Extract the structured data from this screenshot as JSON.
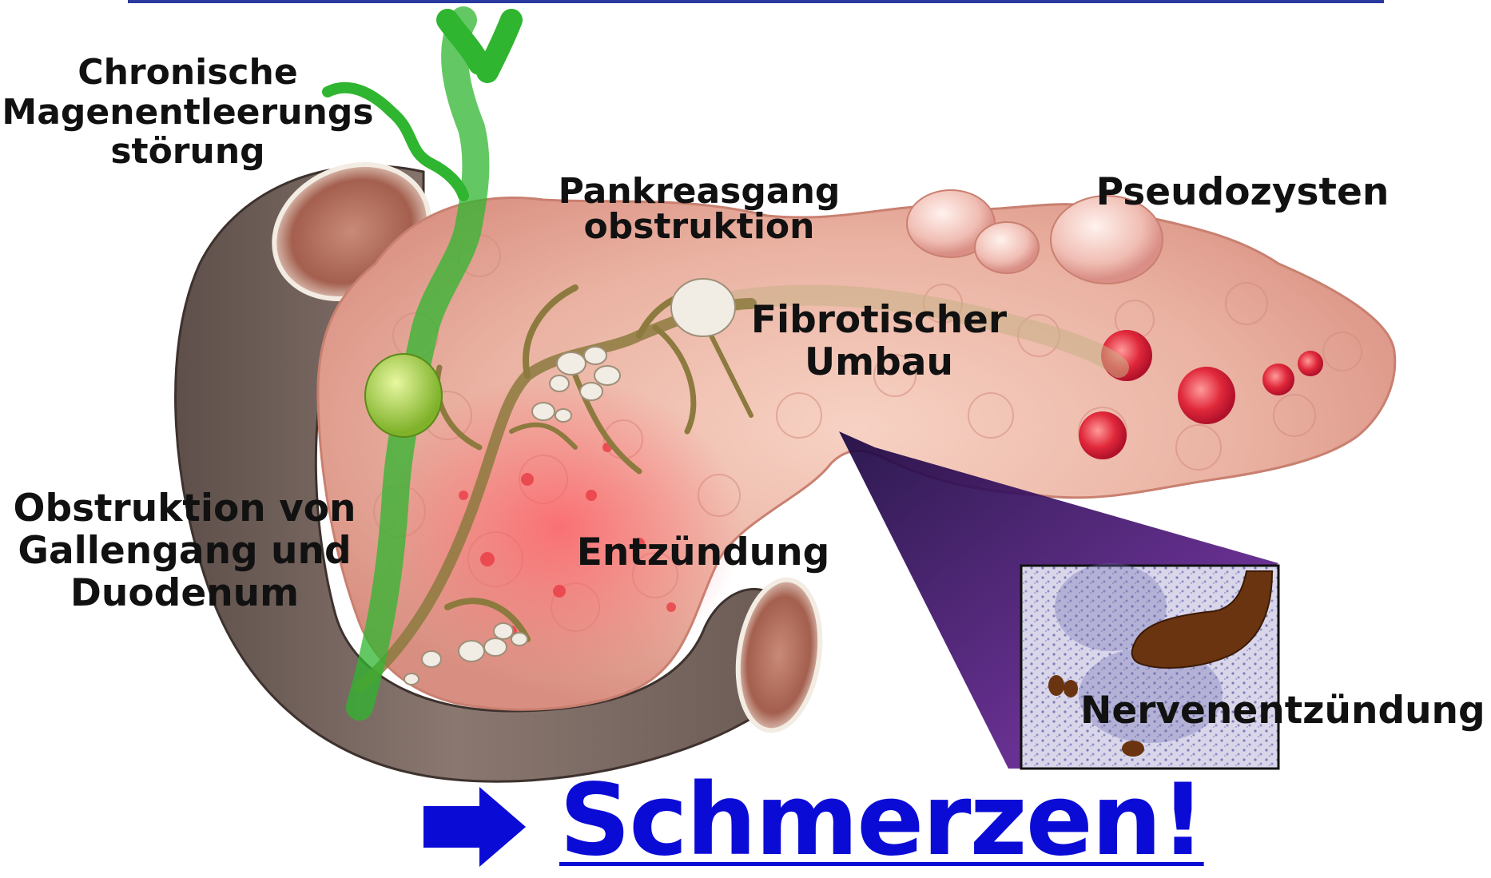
{
  "labels": {
    "gastric": [
      "Chronische",
      "Magenentleerungs",
      "störung"
    ],
    "duct": [
      "Pankreasgang",
      "obstruktion"
    ],
    "pseudocysts": "Pseudozysten",
    "fibrotic": [
      "Fibrotischer",
      "Umbau"
    ],
    "obstruction": [
      "Obstruktion von",
      "Gallengang und",
      "Duodenum"
    ],
    "inflammation": "Entzündung",
    "neuritis": "Nervenentzündung"
  },
  "conclusion": "Schmerzen!",
  "colors": {
    "title_rule": "#2a3aa0",
    "duodenum": "#7b6a63",
    "pancreas": "#ecb4a4",
    "bile_duct": "#2fb52f",
    "inflammation_red": "#e8303c",
    "zoom_purple": "#5a1a8a",
    "conclusion_blue": "#0b0bd6"
  },
  "icons": {
    "conclusion_arrow": "right-arrow-icon"
  }
}
